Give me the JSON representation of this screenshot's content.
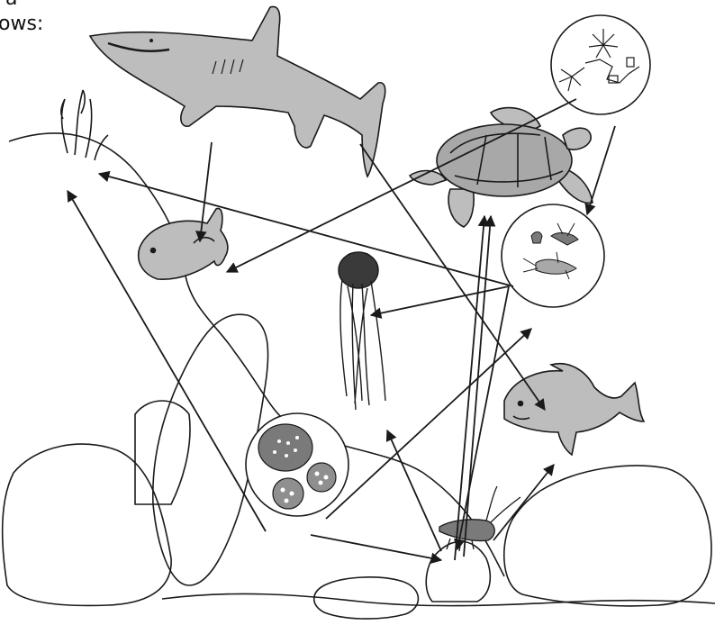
{
  "caption": {
    "line1": "a",
    "line2": "ows:"
  },
  "colors": {
    "outline": "#1a1a1a",
    "animal_fill": "#bdbdbd",
    "shell_dark": "#8f8f8f",
    "background": "#ffffff"
  },
  "organisms": [
    {
      "name": "shark",
      "icon": "shark-icon"
    },
    {
      "name": "sea-turtle",
      "icon": "turtle-icon"
    },
    {
      "name": "phytoplankton",
      "icon": "phytoplankton-icon"
    },
    {
      "name": "zooplankton",
      "icon": "zooplankton-icon"
    },
    {
      "name": "grouper-fish",
      "icon": "fish-icon"
    },
    {
      "name": "triggerfish",
      "icon": "triggerfish-icon"
    },
    {
      "name": "sea-cucumber",
      "icon": "sea-cucumber-icon"
    },
    {
      "name": "coral-polyps",
      "icon": "coral-polyp-icon"
    },
    {
      "name": "shrimp",
      "icon": "shrimp-icon"
    },
    {
      "name": "seaweed",
      "icon": "seaweed-icon"
    }
  ]
}
